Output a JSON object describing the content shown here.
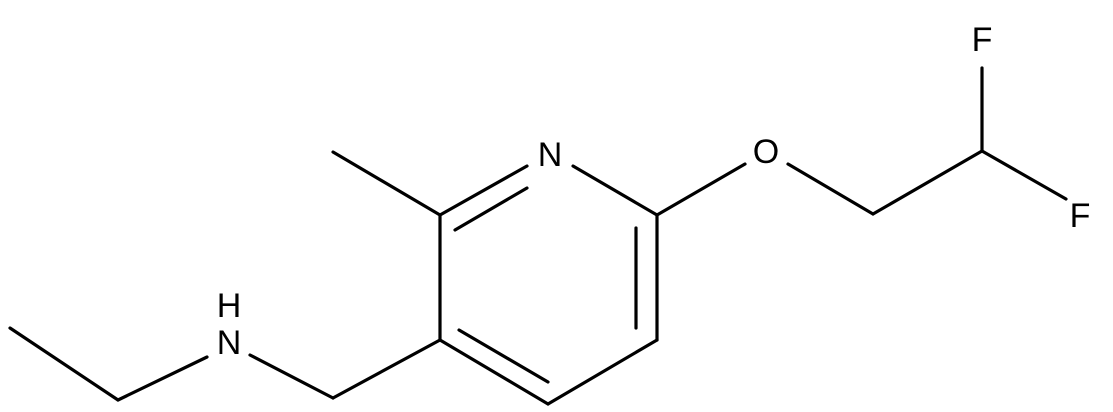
{
  "atoms": {
    "nitrogen_ring": "N",
    "oxygen_ether": "O",
    "fluorine_top": "F",
    "fluorine_right": "F",
    "amine_nh": "H"
  }
}
